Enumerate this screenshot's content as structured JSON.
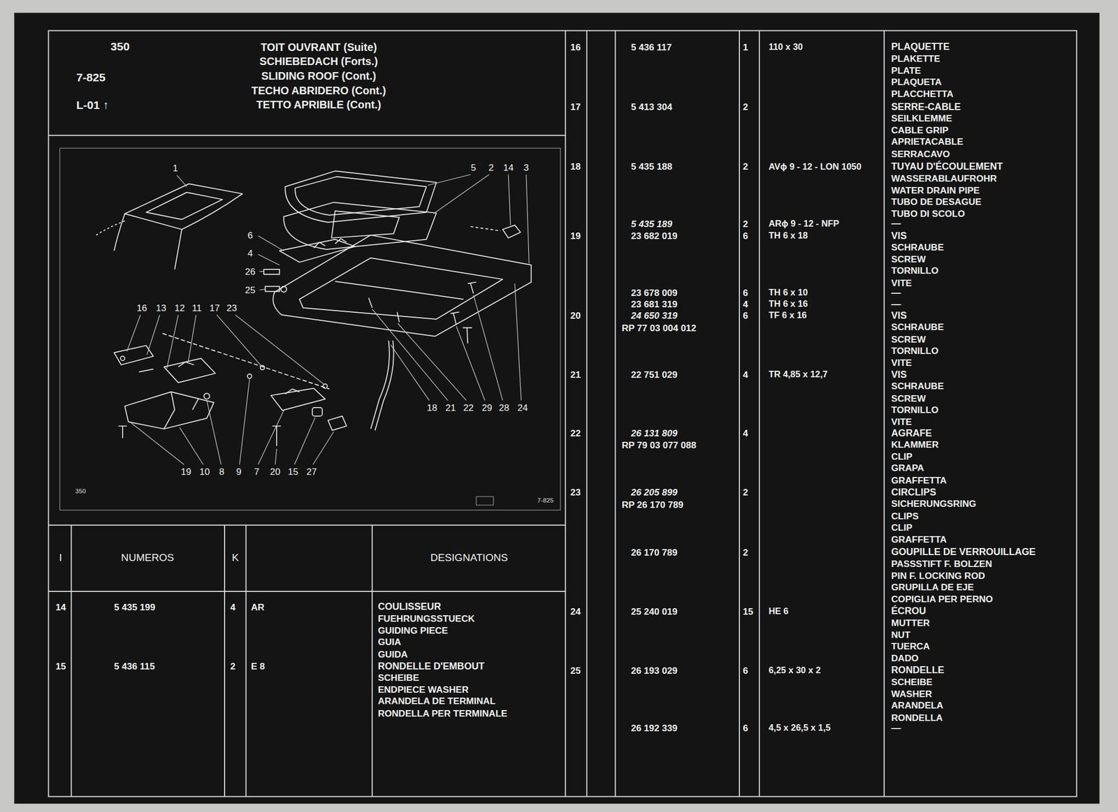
{
  "diagram": {
    "title": "TOIT OUVRANT (Suite)",
    "labels": [
      "350",
      "7-825",
      "L-01 ↑",
      "SCHIEBEDACH (Forts.)",
      "SLIDING ROOF (Cont.)",
      "TECHO ABRIDERO (Cont.)",
      "TETTO APRIBILE (Cont.)",
      "1",
      "5",
      "2",
      "14",
      "3",
      "6",
      "4",
      "26",
      "25",
      "16",
      "13",
      "12",
      "11",
      "17",
      "23",
      "18",
      "21",
      "22",
      "29",
      "28",
      "24",
      "19",
      "10",
      "8",
      "9",
      "7",
      "20",
      "15",
      "27",
      "350",
      "7-825",
      "I",
      "NUMEROS",
      "K",
      "DESIGNATIONS",
      "14",
      "5 435 199",
      "4",
      "AR",
      "COULISSEUR",
      "FUEHRUNGSSTUECK",
      "GUIDING PIECE",
      "GUIA",
      "GUIDA",
      "15",
      "5 436 115",
      "2",
      "E 8",
      "RONDELLE D'EMBOUT",
      "SCHEIBE",
      "ENDPIECE WASHER",
      "ARANDELA DE TERMINAL",
      "RONDELLA PER TERMINALE",
      "16",
      "5 436 117",
      "1",
      "110 x 30",
      "PLAQUETTE",
      "PLAKETTE",
      "PLATE",
      "PLAQUETA",
      "PLACCHETTA",
      "17",
      "5 413 304",
      "2",
      "SERRE-CABLE",
      "SEILKLEMME",
      "CABLE GRIP",
      "APRIETACABLE",
      "SERRACAVO",
      "18",
      "5 435 188",
      "2",
      "AVϕ 9 - 12 - LON 1050",
      "TUYAU D'ÉCOULEMENT",
      "WASSERABLAUFROHR",
      "WATER DRAIN PIPE",
      "TUBO DE DESAGUE",
      "TUBO DI SCOLO",
      "5 435 189",
      "2",
      "ARϕ 9 - 12 - NFP",
      "—",
      "19",
      "23 682 019",
      "6",
      "TH 6 x 18",
      "VIS",
      "SCHRAUBE",
      "SCREW",
      "TORNILLO",
      "VITE",
      "23 678 009",
      "6",
      "TH 6 x 10",
      "—",
      "23 681 319",
      "4",
      "TH 6 x 16",
      "—",
      "20",
      "24 650 319",
      "6",
      "TF 6 x 16",
      "VIS",
      "SCHRAUBE",
      "SCREW",
      "TORNILLO",
      "VITE",
      "RP 77 03 004 012",
      "21",
      "22 751 029",
      "4",
      "TR 4,85 x 12,7",
      "VIS",
      "SCHRAUBE",
      "SCREW",
      "TORNILLO",
      "VITE",
      "22",
      "26 131 809",
      "4",
      "AGRAFE",
      "KLAMMER",
      "CLIP",
      "GRAPA",
      "GRAFFETTA",
      "RP 79 03 077 088",
      "23",
      "26 205 899",
      "2",
      "CIRCLIPS",
      "SICHERUNGSRING",
      "CLIPS",
      "CLIP",
      "GRAFFETTA",
      "RP 26 170 789",
      "26 170 789",
      "2",
      "GOUPILLE DE VERROUILLAGE",
      "PASSSTIFT F. BOLZEN",
      "PIN F. LOCKING ROD",
      "GRUPILLA DE EJE",
      "COPIGLIA PER PERNO",
      "24",
      "25 240 019",
      "15",
      "HE 6",
      "ÉCROU",
      "MUTTER",
      "NUT",
      "TUERCA",
      "DADO",
      "25",
      "26 193 029",
      "6",
      "6,25 x 30 x 2",
      "RONDELLE",
      "SCHEIBE",
      "WASHER",
      "ARANDELA",
      "RONDELLA",
      "26 192 339",
      "6",
      "4,5 x 26,5 x 1,5",
      "—"
    ]
  }
}
